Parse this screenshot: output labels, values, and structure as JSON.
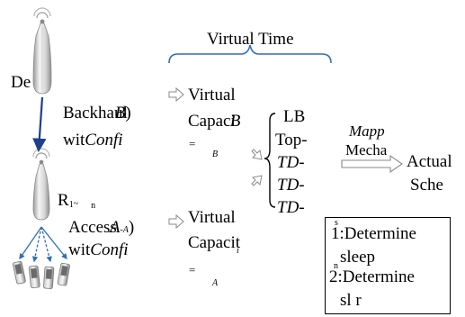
{
  "title": "Virtual Time",
  "left": {
    "device_label": "De",
    "backhaul": {
      "line1": "Backhaul",
      "line1_var": "B",
      "line1_suffix": ")",
      "line2": "wit",
      "line2_var": "Confi"
    },
    "relay": {
      "label": "R",
      "sub1": "1",
      "tilde": "~",
      "sub2": "n"
    },
    "access": {
      "line1": "Access",
      "line1_var": "A",
      "line1_extra": "-A",
      "line1_suffix": ")",
      "line2": "wit",
      "line2_var": "Confi",
      "line2_sub": "i"
    }
  },
  "middle": {
    "vc_top": {
      "line1": "Virtual",
      "line2": "Capaci",
      "var": "B",
      "eq": "=",
      "sub": "B"
    },
    "vc_bottom": {
      "line1": "Virtual",
      "line2": "Capacit",
      "var_sub": "i",
      "eq": "=",
      "sub": "A"
    }
  },
  "lb": {
    "line1": "LB",
    "line2": "Top-",
    "items": [
      "TD-",
      "TD-",
      "TD-"
    ]
  },
  "mapping": {
    "top": "Mapp",
    "bottom": "Mecha"
  },
  "actual": {
    "line1": "Actual",
    "line2": "Sche"
  },
  "steps": [
    {
      "num": "1",
      "sup": "s",
      "text1": ":Determine",
      "text2": "sleep"
    },
    {
      "num": "2",
      "sup": "n",
      "text1": ":Determine",
      "text2": "sl r"
    }
  ],
  "colors": {
    "brace": "#2e6fb6",
    "arrow": "#1f3f8a",
    "beam": "#2e6fb6",
    "gray": "#8a8a8a"
  }
}
